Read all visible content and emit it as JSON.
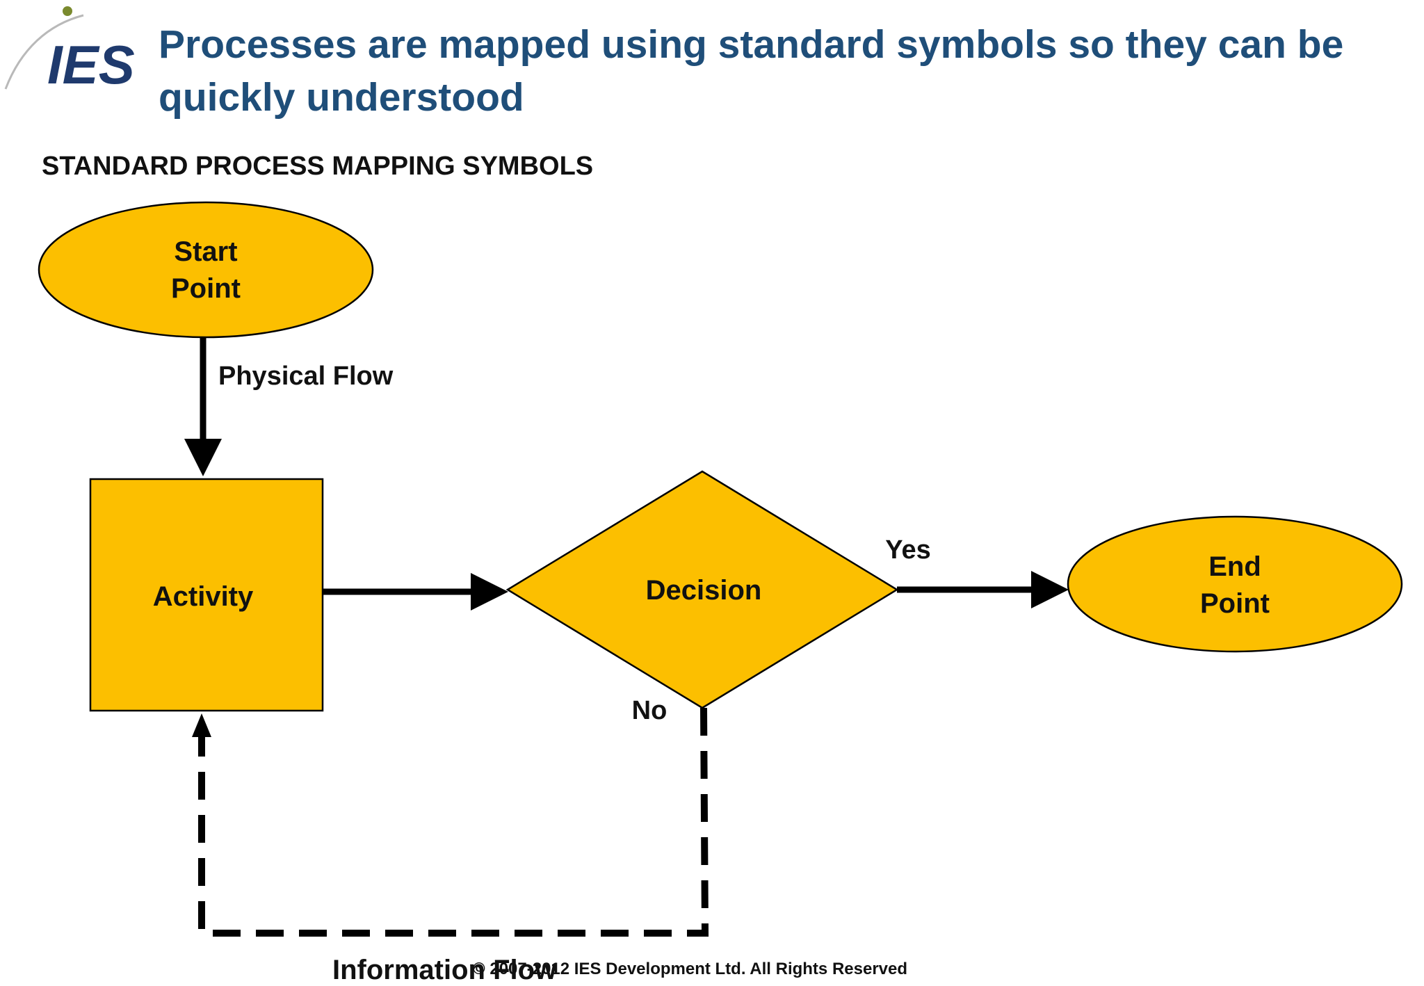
{
  "logo": {
    "text": "IES"
  },
  "title": "Processes are mapped using standard symbols so they can be quickly understood",
  "subtitle": "STANDARD PROCESS MAPPING SYMBOLS",
  "shapes": {
    "start": {
      "line1": "Start",
      "line2": "Point"
    },
    "activity": {
      "label": "Activity"
    },
    "decision": {
      "label": "Decision"
    },
    "end": {
      "line1": "End",
      "line2": "Point"
    }
  },
  "flows": {
    "physical": "Physical Flow",
    "yes": "Yes",
    "no": "No",
    "information": "Information Flow"
  },
  "footer": "© 2007-2012 IES Development Ltd.  All Rights Reserved",
  "colors": {
    "shape_fill": "#fcbf00",
    "title": "#1f4e79",
    "line": "#000000"
  }
}
